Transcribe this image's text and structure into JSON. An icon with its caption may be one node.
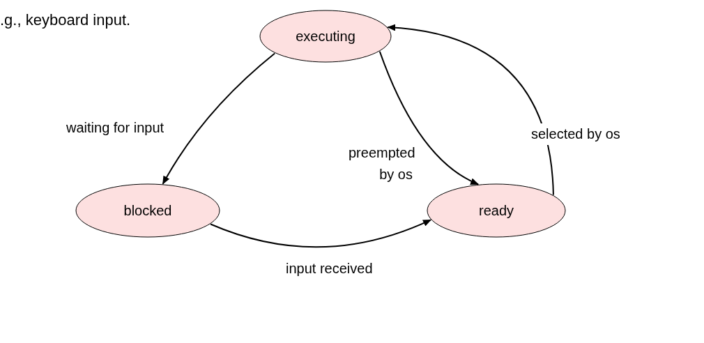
{
  "diagram": {
    "nodes": [
      {
        "text": [
          "executing"
        ]
      },
      {
        "text": [
          "blocked"
        ]
      },
      {
        "text": [
          "ready"
        ]
      }
    ],
    "edges": [
      {
        "from": 0,
        "to": 1,
        "arrow": "to",
        "label": "waiting for input"
      },
      {
        "from": 0,
        "to": 2,
        "arrow": "to",
        "label": "preempted by os"
      },
      {
        "from": 2,
        "to": 0,
        "arrow": "to",
        "label": "selected by os"
      },
      {
        "from": 1,
        "to": 2,
        "arrow": "to",
        "label": "input received"
      }
    ],
    "labels": [
      ".g., keyboard input."
    ]
  }
}
